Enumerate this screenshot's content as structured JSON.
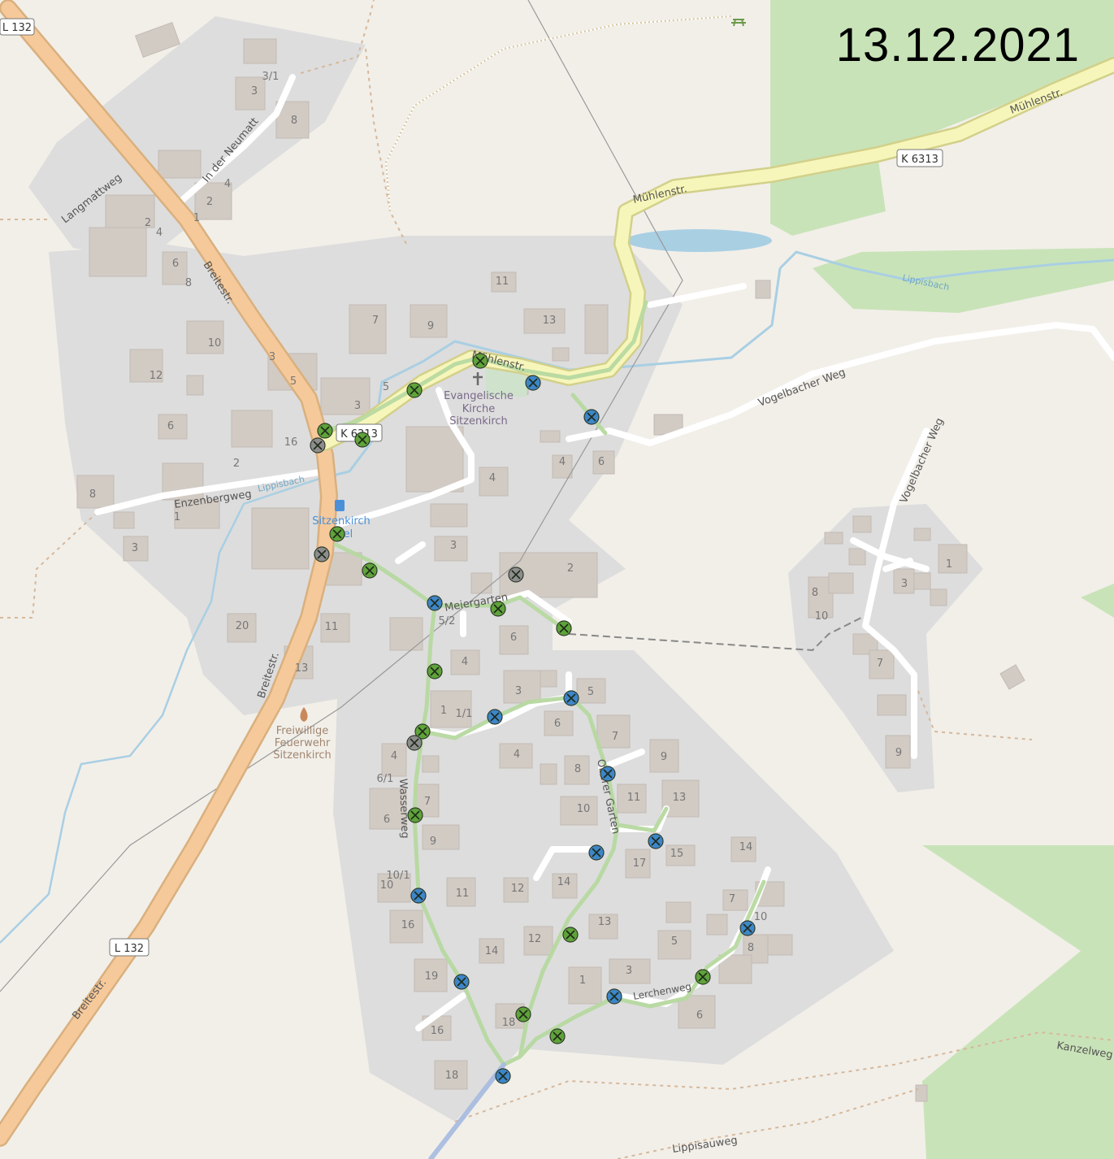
{
  "date": "13.12.2021",
  "road_shields": {
    "l132_top": "L 132",
    "l132_mid": "L 132",
    "k6313_east": "K 6313",
    "k6313_west": "K 6313"
  },
  "streets": {
    "langmattweg": "Langmattweg",
    "in_der_neumatt": "In der Neumatt",
    "breitestr_1": "Breitestr.",
    "breitestr_2": "Breitestr.",
    "breitestr_3": "Breitestr.",
    "muehlenstr_1": "Mühlenstr.",
    "muehlenstr_2": "Mühlenstr.",
    "muehlenstr_3": "Mühlenstr.",
    "vogelbacher_weg_1": "Vogelbacher Weg",
    "vogelbacher_weg_2": "Vogelbacher Weg",
    "enzenbergweg": "Enzenbergweg",
    "meiergarten": "Meiergarten",
    "wasserweg": "Wasserweg",
    "oberer_garten": "Oberer Garten",
    "kanzelweg": "Kanzelweg",
    "lippisauweg": "Lippisauweg",
    "lerchenweg": "Lerchenweg"
  },
  "waterways": {
    "lippisbach_1": "Lippisbach",
    "lippisbach_2": "Lippisbach"
  },
  "pois": {
    "church": [
      "Evangelische",
      "Kirche",
      "Sitzenkirch"
    ],
    "fire_station": [
      "Freiwillige",
      "Feuerwehr",
      "Sitzenkirch"
    ],
    "bus_stop": [
      "Sitzenkirch",
      "Adel"
    ]
  },
  "house_numbers": [
    "3/1",
    "3",
    "8",
    "4",
    "2",
    "1",
    "2",
    "4",
    "6",
    "8",
    "10",
    "12",
    "6",
    "2",
    "16",
    "3",
    "5",
    "7",
    "9",
    "11",
    "13",
    "3",
    "5",
    "4",
    "6",
    "4",
    "8",
    "1",
    "3",
    "3",
    "2",
    "5/2",
    "6",
    "4",
    "3",
    "1",
    "1/1",
    "6",
    "5",
    "7",
    "20",
    "11",
    "13",
    "4",
    "6/1",
    "7",
    "6",
    "9",
    "4",
    "8",
    "9",
    "10",
    "11",
    "13",
    "15",
    "17",
    "14",
    "10/1",
    "10",
    "11",
    "12",
    "14",
    "16",
    "19",
    "12",
    "13",
    "14",
    "16",
    "18",
    "18",
    "1",
    "3",
    "5",
    "7",
    "10",
    "8",
    "6",
    "8",
    "10",
    "7",
    "1",
    "3",
    "9"
  ],
  "colors": {
    "background": "#f2efe9",
    "residential": "#dddddd",
    "forest": "#c9e3b8",
    "primary_road": "#f6c99a",
    "secondary_road": "#f7f6ba",
    "water": "#a9cfe3",
    "covered_segment": "#b7d9a0",
    "marker_green": "#5fa33a",
    "marker_blue": "#3d86c8",
    "marker_gray": "#8d8d8d"
  },
  "legend_markers": {
    "green": "green-x-marker",
    "blue": "blue-x-marker",
    "gray": "gray-x-marker"
  }
}
